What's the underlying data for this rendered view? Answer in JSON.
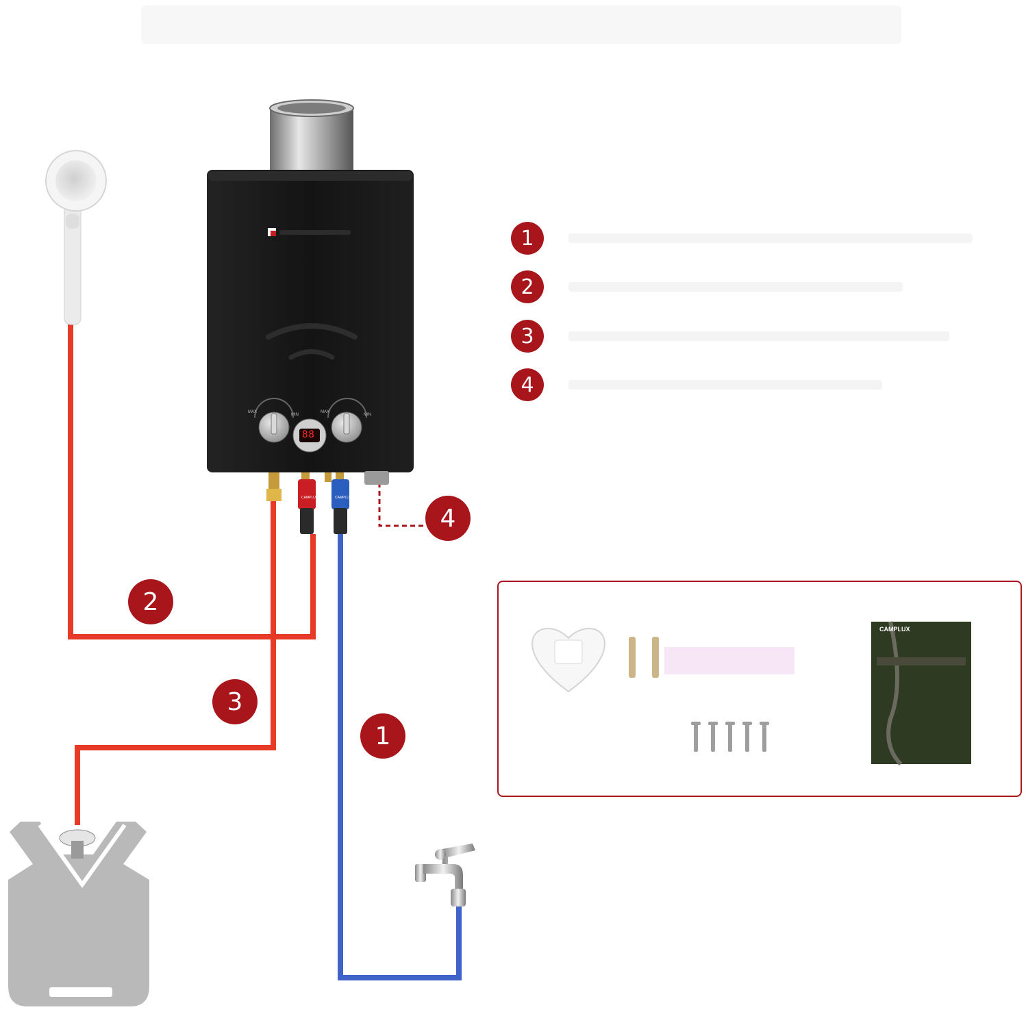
{
  "colors": {
    "accent": "#a8161c",
    "hot_pipe": "#e63a26",
    "cold_pipe": "#3f63c8",
    "heater_body": "#1b1b1b",
    "tank": "#b9b9b9"
  },
  "header": {
    "title": ""
  },
  "diagram": {
    "pipe_labels": {
      "water_in": "1",
      "hot_water_out": "2",
      "gas_in": "3",
      "drain_plug": "4"
    },
    "heater": {
      "brand_logo": "camplux-logo",
      "knob_left_labels": [
        "MAX",
        "MIN"
      ],
      "knob_right_labels": [
        "MAX",
        "MIN"
      ],
      "display_readout": "88",
      "fitting_brand": "CAMPLUX"
    }
  },
  "legend": {
    "items": [
      {
        "number": "1",
        "text": ""
      },
      {
        "number": "2",
        "text": ""
      },
      {
        "number": "3",
        "text": ""
      },
      {
        "number": "4",
        "text": ""
      }
    ]
  },
  "accessories": {
    "manual_brand": "CAMPLUX",
    "items": [
      "shower-holder",
      "wall-plugs",
      "screws",
      "user-manual"
    ],
    "screw_count": 5
  }
}
